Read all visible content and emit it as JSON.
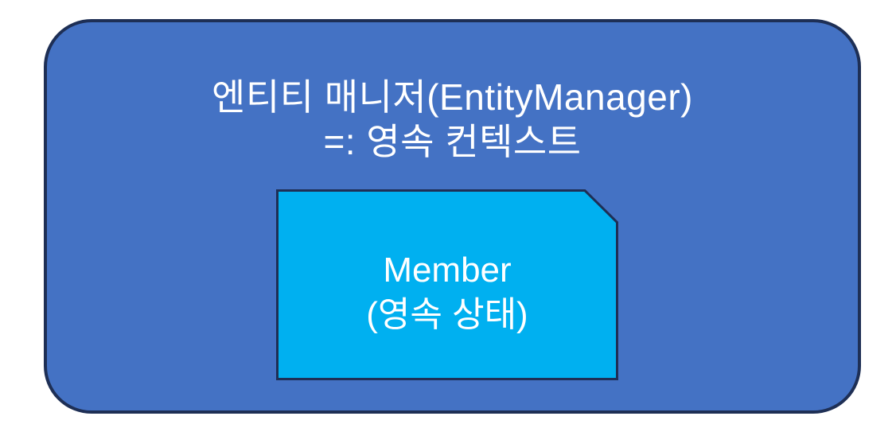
{
  "diagram": {
    "container": {
      "title_line1": "엔티티 매니저(EntityManager)",
      "title_line2": "=: 영속 컨텍스트"
    },
    "entity": {
      "name": "Member",
      "state_label": "(영속 상태)"
    }
  },
  "colors": {
    "canvas_bg": "#FFFFFF",
    "container_fill": "#4472C4",
    "container_border": "#1E2F55",
    "entity_fill": "#00B0F0",
    "entity_border": "#1E2F55",
    "text": "#FFFFFF"
  }
}
